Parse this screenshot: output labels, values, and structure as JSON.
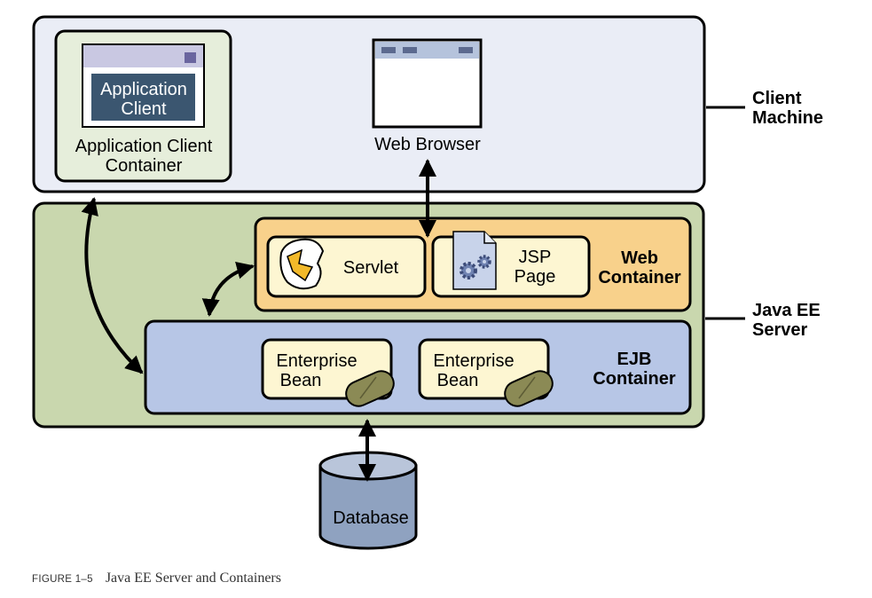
{
  "labels": {
    "client_machine_line1": "Client",
    "client_machine_line2": "Machine",
    "java_ee_line1": "Java EE",
    "java_ee_line2": "Server",
    "app_client_line1": "Application",
    "app_client_line2": "Client",
    "app_client_container_line1": "Application Client",
    "app_client_container_line2": "Container",
    "web_browser": "Web Browser",
    "servlet": "Servlet",
    "jsp_line1": "JSP",
    "jsp_line2": "Page",
    "web_container_line1": "Web",
    "web_container_line2": "Container",
    "bean1_line1": "Enterprise",
    "bean1_line2": "Bean",
    "bean2_line1": "Enterprise",
    "bean2_line2": "Bean",
    "ejb_container_line1": "EJB",
    "ejb_container_line2": "Container",
    "database": "Database"
  },
  "caption": {
    "figure_number": "FIGURE 1–5",
    "text": "Java EE Server and Containers"
  },
  "colors": {
    "client_machine_fill": "#eaedf6",
    "java_ee_fill": "#c9d7ae",
    "app_client_container_fill": "#e6eedb",
    "app_client_fill": "#3b5670",
    "web_container_fill": "#f8d18b",
    "ejb_container_fill": "#b7c6e6",
    "component_fill": "#fdf6d2",
    "bean_plug_fill": "#8b8a55",
    "database_fill": "#8fa2c0",
    "database_top_fill": "#b9c5da"
  }
}
